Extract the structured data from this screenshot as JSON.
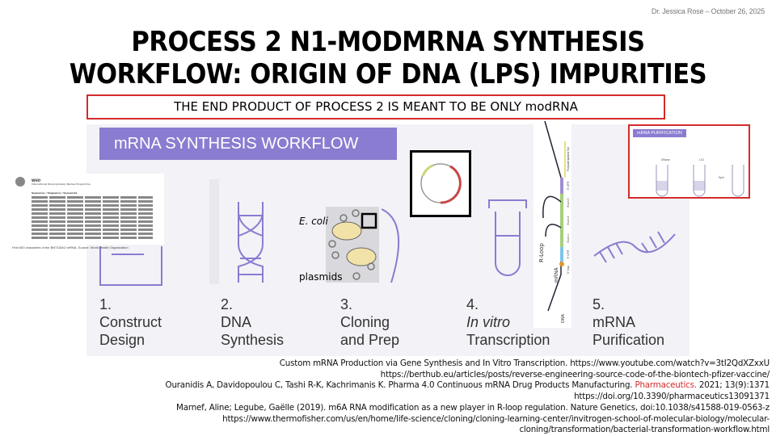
{
  "header": {
    "author_date": "Dr. Jessica Rose – October 26, 2025",
    "title_line1": "PROCESS 2 N1-MODMRNA SYNTHESIS",
    "title_line2": "WORKFLOW: ORIGIN OF DNA (LPS) IMPURITIES",
    "subtitle": "THE END PRODUCT OF PROCESS 2 IS MEANT TO BE ONLY modRNA"
  },
  "workflow": {
    "banner": "mRNA SYNTHESIS WORKFLOW",
    "steps": [
      {
        "num": "1.",
        "line1": "Construct",
        "line2": "Design"
      },
      {
        "num": "2.",
        "line1": "DNA",
        "line2": "Synthesis"
      },
      {
        "num": "3.",
        "line1": "Cloning",
        "line2": "and Prep"
      },
      {
        "num": "4.",
        "line1": "In vitro",
        "line2": "Transcription"
      },
      {
        "num": "5.",
        "line1": "mRNA",
        "line2": "Purification"
      }
    ],
    "labels": {
      "ecoli": "E. coli",
      "plasmids": "plasmids",
      "rloop": "R-Loop",
      "mrna": "mRNA",
      "dna": "DNA"
    },
    "who_doc": {
      "org": "WHO",
      "program": "International Nonproprietary Names Programme",
      "section": "Sequence / Séquence / Secuencia",
      "caption": "First 500 characters of the BNT162b2 mRNA. Source: World Health Organization"
    },
    "purification_inset": {
      "title": "mRNA PURIFICATION",
      "steps": [
        "DNase",
        "LiCl",
        "Spin"
      ]
    },
    "rloop_segments": [
      "Polyadenylated Tail",
      "3' UTR",
      "Exon 3",
      "Exon 2",
      "Exon 1",
      "5' UTR",
      "5' Cap"
    ]
  },
  "references": [
    "Custom mRNA Production via Gene Synthesis and In Vitro Transcription. https://www.youtube.com/watch?v=3tI2QdXZxxU",
    "https://berthub.eu/articles/posts/reverse-engineering-source-code-of-the-biontech-pfizer-vaccine/",
    "Ouranidis A, Davidopoulou C, Tashi R-K, Kachrimanis K. Pharma 4.0 Continuous mRNA Drug Products Manufacturing.",
    "Pharmaceutics.",
    "2021; 13(9):1371",
    "https://doi.org/10.3390/pharmaceutics13091371",
    "Marnef, Aline; Legube, Gaëlle (2019). m6A RNA modification as a new player in R-loop regulation. Nature Genetics, doi:10.1038/s41588-019-0563-z",
    "https://www.thermofisher.com/us/en/home/life-science/cloning/cloning-learning-center/invitrogen-school-of-molecular-biology/molecular-",
    "cloning/transformation/bacterial-transformation-workflow.html"
  ],
  "colors": {
    "accent_purple": "#8a7cd0",
    "highlight_red": "#d42b2b",
    "panel_bg": "#f3f2f7"
  }
}
